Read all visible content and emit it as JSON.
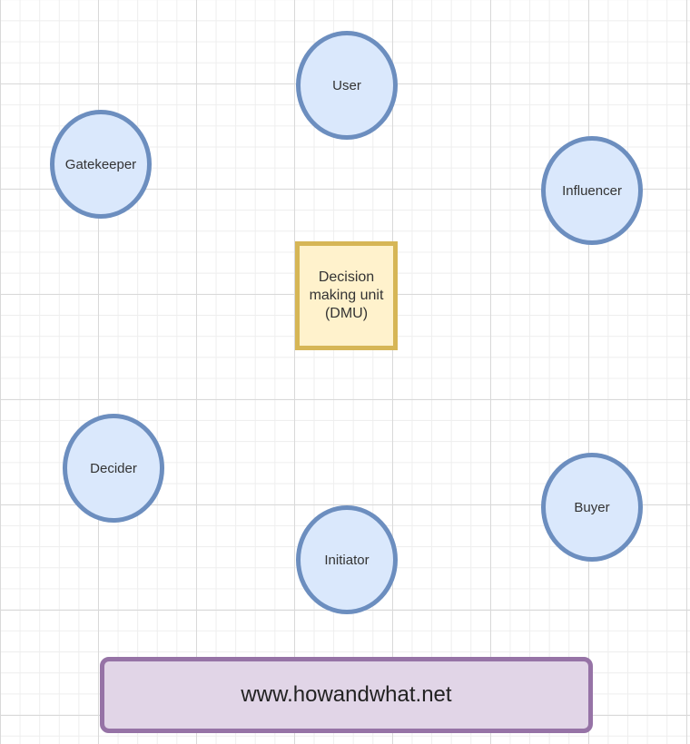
{
  "diagram": {
    "center": {
      "line1": "Decision",
      "line2": "making unit",
      "line3": "(DMU)"
    },
    "roles": {
      "user": "User",
      "gatekeeper": "Gatekeeper",
      "influencer": "Influencer",
      "decider": "Decider",
      "buyer": "Buyer",
      "initiator": "Initiator"
    },
    "footer": {
      "website": "www.howandwhat.net"
    },
    "colors": {
      "circle_fill": "#dae8fc",
      "circle_stroke": "#6c8ebf",
      "center_fill": "#fff2cc",
      "center_stroke": "#d6b656",
      "footer_fill": "#e1d5e7",
      "footer_stroke": "#9673a6"
    }
  }
}
